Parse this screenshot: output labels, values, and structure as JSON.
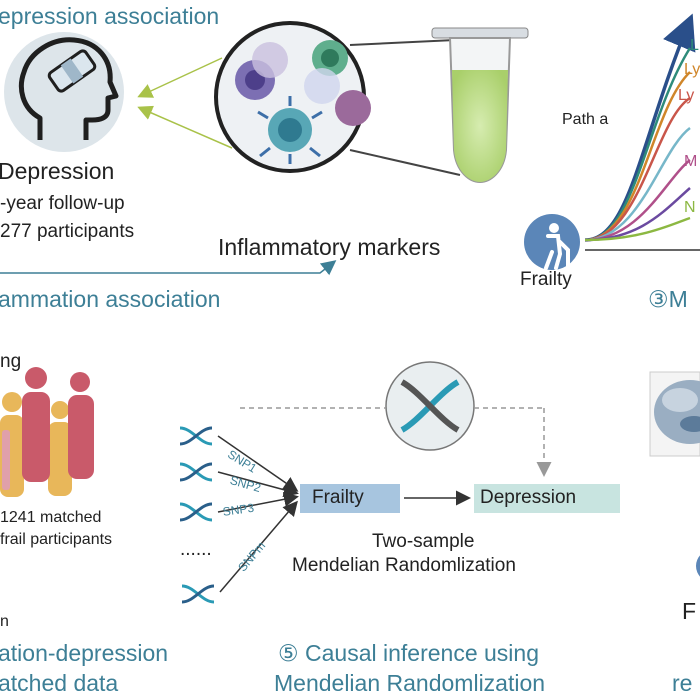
{
  "top_left": {
    "dep_assoc": "epression association",
    "depression": "Depression",
    "followup": "-year follow-up",
    "participants": "277 participants",
    "inflam_markers": "Inflammatory markers",
    "inflam_assoc": "ammation association"
  },
  "top_right": {
    "path_a": "Path a",
    "frailty": "Frailty",
    "labels": [
      "L",
      "Ly",
      "Ly",
      "M",
      "N"
    ],
    "label_colors": [
      "#2e8b7a",
      "#d0862a",
      "#c9564a",
      "#b0508a",
      "#8cb842"
    ],
    "section": "③M"
  },
  "bottom_left": {
    "ng": "ng",
    "matched": "1241 matched",
    "frail_participants": "frail participants",
    "n": "n",
    "title_line1": "ation-depression",
    "title_line2": "atched data"
  },
  "mr": {
    "snps": [
      "SNP1",
      "SNP2",
      "SNP3",
      "SNPm"
    ],
    "dots": "......",
    "frailty": "Frailty",
    "depression": "Depression",
    "two_sample": "Two-sample",
    "mendelian": "Mendelian Randomlization",
    "title_line1": "⑤ Causal inference using",
    "title_line2": "Mendelian Randomlization"
  },
  "bottom_right": {
    "f": "F",
    "re": "re"
  }
}
